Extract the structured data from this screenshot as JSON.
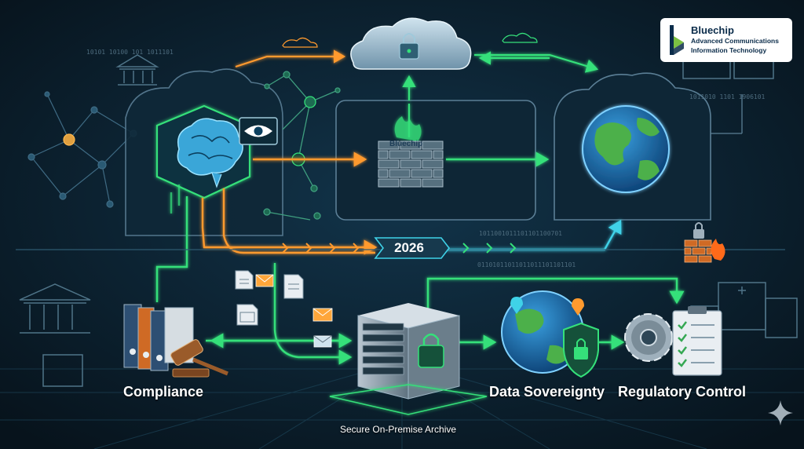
{
  "brand": {
    "name": "Bluechip",
    "line1": "Advanced Communications",
    "line2": "Information Technology",
    "colors": {
      "green": "#7bc043",
      "navy": "#0b2c4a"
    }
  },
  "labels": {
    "compliance": "Compliance",
    "archive": "Secure On-Premise Archive",
    "sovereignty": "Data Sovereignty",
    "regulatory": "Regulatory Control",
    "year": "2026"
  },
  "binary": {
    "timeline_a": "1011001011101101100701",
    "timeline_b": "01101011011011011101101101",
    "top_right": "1011010 1101 1906101",
    "top_left": "10101 10100 101 1011101"
  },
  "icons": [
    "cloud-lock-icon",
    "brain-icon",
    "eye-icon",
    "firewall-icon",
    "globe-icon",
    "server-icon",
    "binders-icon",
    "gavel-icon",
    "shield-icon",
    "gear-icon",
    "checklist-icon",
    "document-icon",
    "envelope-icon",
    "bank-icon",
    "hospital-icon",
    "sparkle-icon"
  ],
  "colors": {
    "green_flow": "#35e07a",
    "orange_flow": "#ff9a2e",
    "cyan": "#3fd2e8",
    "panel_border": "#5b7f96"
  }
}
